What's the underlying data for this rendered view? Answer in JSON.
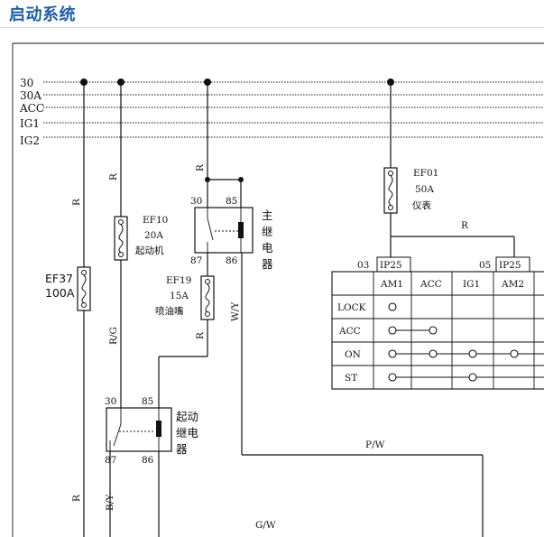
{
  "title": "启动系统",
  "buses": [
    "30",
    "30A",
    "ACC",
    "IG1",
    "IG2"
  ],
  "wires": {
    "r1": "R",
    "r2": "R",
    "r3": "R",
    "r4": "R",
    "r5": "R",
    "r6": "R",
    "rg": "R/G",
    "wy": "W/Y",
    "by": "B/Y",
    "pw": "P/W",
    "gw": "G/W"
  },
  "fuses": {
    "ef37": {
      "id": "EF37",
      "rating": "100A"
    },
    "ef10": {
      "id": "EF10",
      "rating": "20A",
      "name": "起动机"
    },
    "ef19": {
      "id": "EF19",
      "rating": "15A",
      "name": "喷油嘴"
    },
    "ef01": {
      "id": "EF01",
      "rating": "50A",
      "name": "仪表"
    }
  },
  "main_relay": {
    "name": [
      "主",
      "继",
      "电",
      "器"
    ],
    "pins": [
      "30",
      "85",
      "87",
      "86"
    ]
  },
  "start_relay": {
    "name": [
      "起动",
      "继电",
      "器"
    ],
    "pins": [
      "30",
      "85",
      "87",
      "86"
    ]
  },
  "switch": {
    "conn_left": "03",
    "conn_left_name": "IP25",
    "conn_right": "05",
    "conn_right_name": "IP25",
    "columns": [
      "AM1",
      "ACC",
      "IG1",
      "AM2"
    ],
    "rows": [
      "LOCK",
      "ACC",
      "ON",
      "ST"
    ]
  }
}
